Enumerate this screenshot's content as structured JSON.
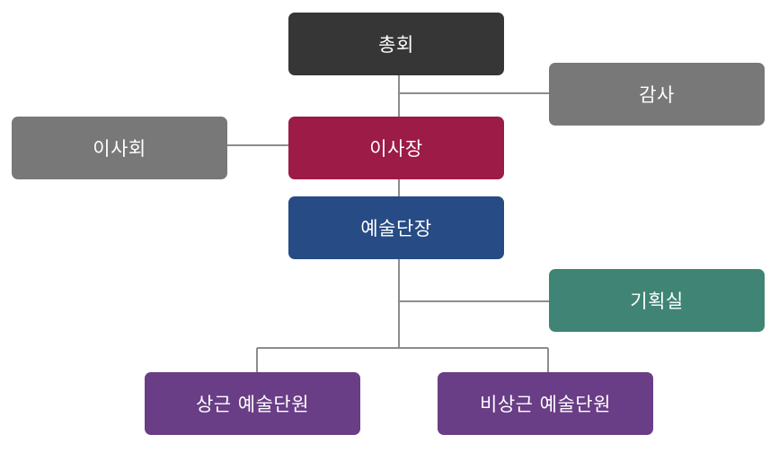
{
  "org_chart": {
    "nodes": {
      "general_assembly": {
        "label": "총회",
        "color": "#363636"
      },
      "audit": {
        "label": "감사",
        "color": "#787878"
      },
      "board": {
        "label": "이사회",
        "color": "#787878"
      },
      "chairman": {
        "label": "이사장",
        "color": "#9c1b47"
      },
      "art_director": {
        "label": "예술단장",
        "color": "#274b84"
      },
      "planning_office": {
        "label": "기획실",
        "color": "#3f8474"
      },
      "regular_members": {
        "label": "상근 예술단원",
        "color": "#6a3d87"
      },
      "nonregular_members": {
        "label": "비상근 예술단원",
        "color": "#6a3d87"
      }
    },
    "connector_color": "#8c8c8c"
  }
}
